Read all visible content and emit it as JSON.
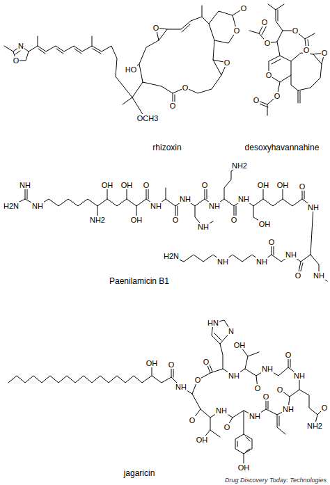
{
  "diagram": {
    "labels": [
      "N",
      "O",
      "HO",
      "O",
      "O",
      "O",
      "O",
      "O",
      "O",
      "OCH3",
      "rhizoxin",
      "O",
      "O",
      "O",
      "O",
      "O",
      "O",
      "O",
      "O",
      "desoxyhavannahine",
      "H2N",
      "NH",
      "NH",
      "NH2",
      "OH",
      "OH",
      "OH",
      "O",
      "NH",
      "O",
      "NH",
      "NH",
      "O",
      "NH",
      "NH2",
      "O",
      "NH",
      "OH",
      "OH",
      "OH",
      "O",
      "NH",
      "NH",
      "O",
      "NH",
      "O",
      "NH",
      "NH",
      "H2N",
      "Paenilamicin B1",
      "OH",
      "O",
      "NH",
      "O",
      "O",
      "HN",
      "N",
      "NH",
      "OH",
      "O",
      "NH",
      "O",
      "NH",
      "O",
      "NH2",
      "O",
      "NH",
      "O",
      "NH",
      "OH",
      "O",
      "NH",
      "OH",
      "O",
      "jagaricin",
      "Drug Discovery Today: Technologies"
    ]
  }
}
